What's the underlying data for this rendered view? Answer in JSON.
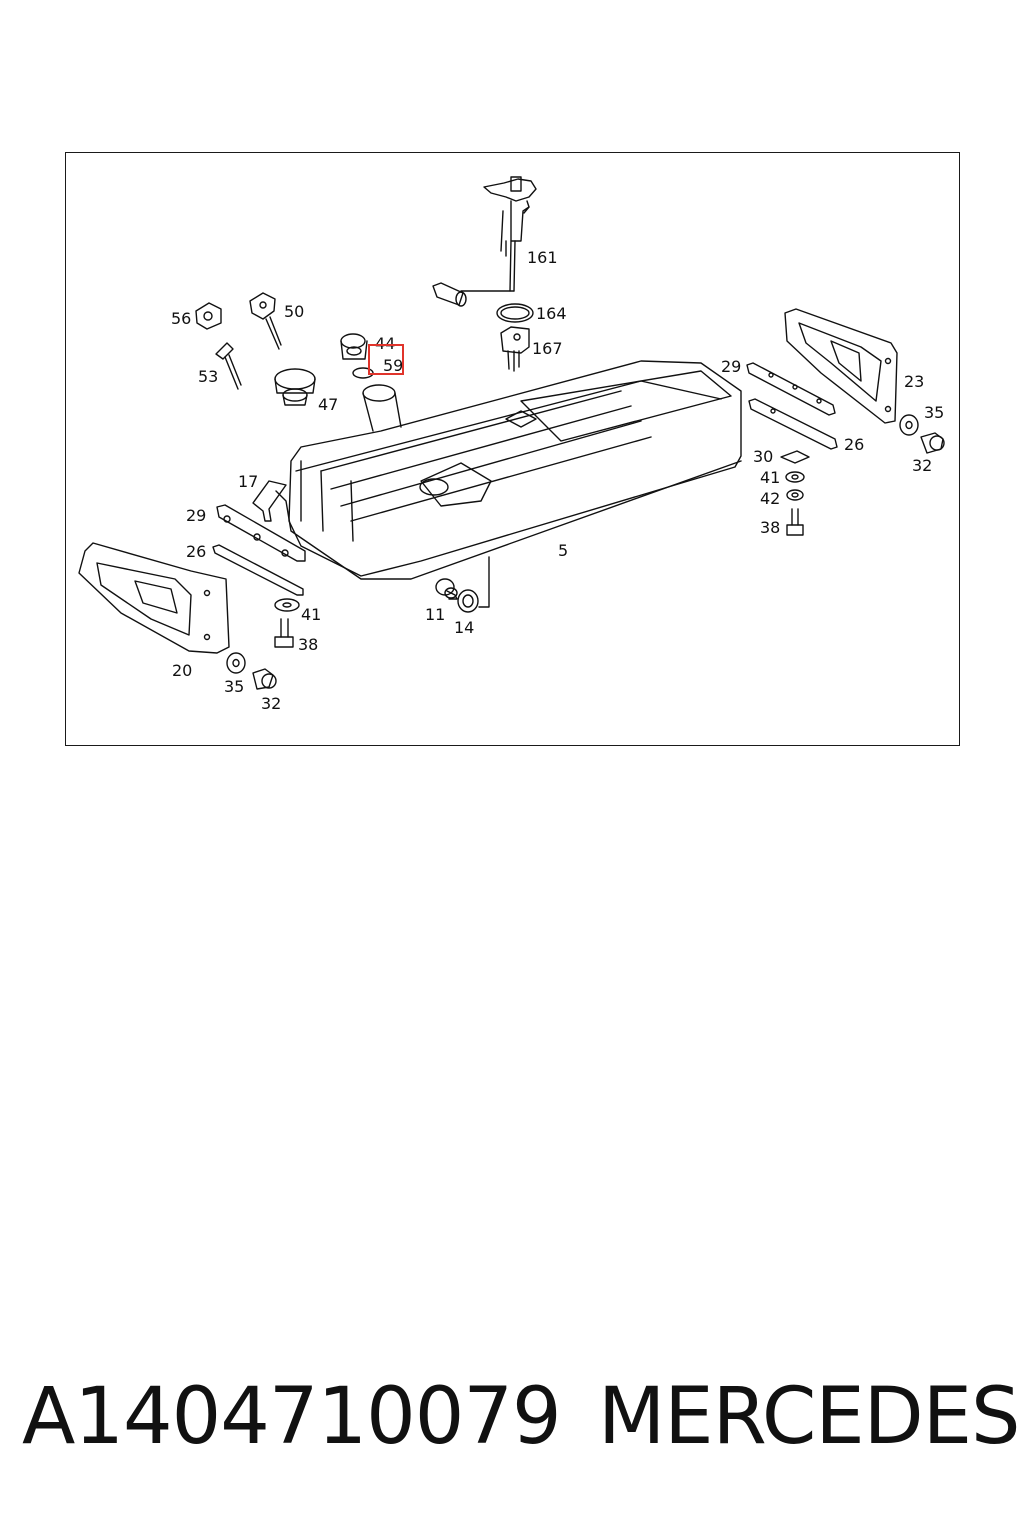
{
  "diagram": {
    "labels": [
      {
        "id": "161",
        "text": "161"
      },
      {
        "id": "164",
        "text": "164"
      },
      {
        "id": "167",
        "text": "167"
      },
      {
        "id": "56",
        "text": "56"
      },
      {
        "id": "50",
        "text": "50"
      },
      {
        "id": "44",
        "text": "44"
      },
      {
        "id": "59",
        "text": "59"
      },
      {
        "id": "53",
        "text": "53"
      },
      {
        "id": "47",
        "text": "47"
      },
      {
        "id": "29a",
        "text": "29"
      },
      {
        "id": "23",
        "text": "23"
      },
      {
        "id": "35a",
        "text": "35"
      },
      {
        "id": "26a",
        "text": "26"
      },
      {
        "id": "32a",
        "text": "32"
      },
      {
        "id": "30",
        "text": "30"
      },
      {
        "id": "41a",
        "text": "41"
      },
      {
        "id": "42",
        "text": "42"
      },
      {
        "id": "38a",
        "text": "38"
      },
      {
        "id": "17",
        "text": "17"
      },
      {
        "id": "29b",
        "text": "29"
      },
      {
        "id": "26b",
        "text": "26"
      },
      {
        "id": "5",
        "text": "5"
      },
      {
        "id": "41b",
        "text": "41"
      },
      {
        "id": "38b",
        "text": "38"
      },
      {
        "id": "11",
        "text": "11"
      },
      {
        "id": "14",
        "text": "14"
      },
      {
        "id": "20",
        "text": "20"
      },
      {
        "id": "35b",
        "text": "35"
      },
      {
        "id": "32b",
        "text": "32"
      }
    ],
    "highlighted_label": "59",
    "highlight_color": "#e0342b"
  },
  "footer": {
    "part_number": "A1404710079",
    "brand": "MERCEDES"
  }
}
